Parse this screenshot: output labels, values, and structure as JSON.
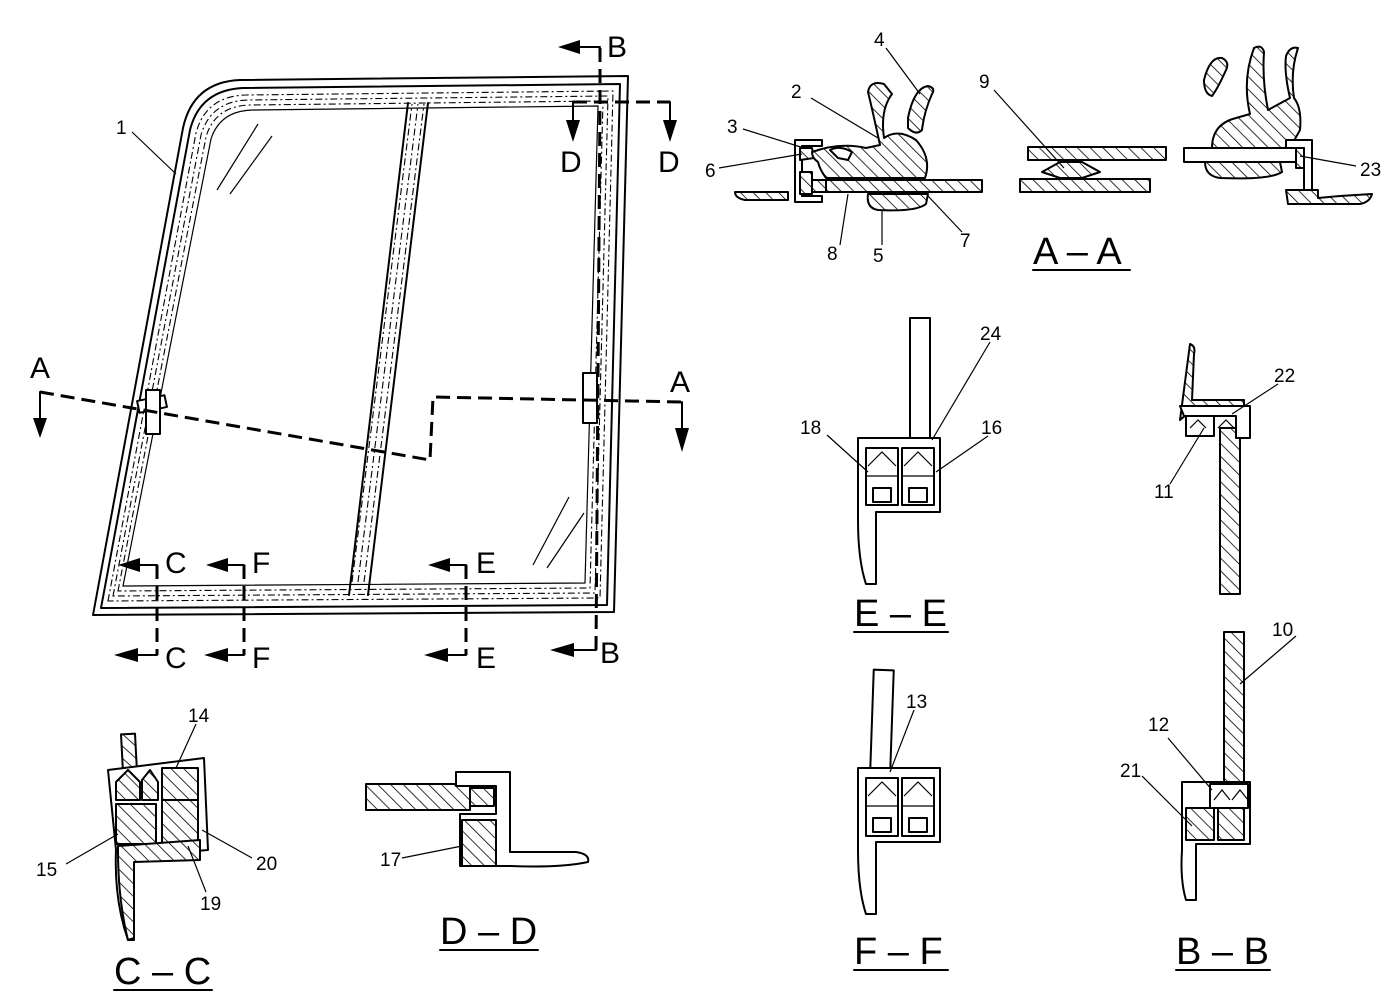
{
  "section_letters": {
    "A_left": "A",
    "A_right": "A",
    "B_top": "B",
    "B_bottom": "B",
    "C_top": "C",
    "C_bottom": "C",
    "D_left": "D",
    "D_right": "D",
    "E_top": "E",
    "E_bottom": "E",
    "F_top": "F",
    "F_bottom": "F"
  },
  "titles": {
    "aa": "A – A",
    "bb": "B – B",
    "cc": "C – C",
    "dd": "D – D",
    "ee": "E – E",
    "ff": "F – F"
  },
  "callouts": {
    "n1": "1",
    "n2": "2",
    "n3": "3",
    "n4": "4",
    "n5": "5",
    "n6": "6",
    "n7": "7",
    "n8": "8",
    "n9": "9",
    "n10": "10",
    "n11": "11",
    "n12": "12",
    "n13": "13",
    "n14": "14",
    "n15": "15",
    "n16": "16",
    "n17": "17",
    "n18": "18",
    "n19": "19",
    "n20": "20",
    "n21": "21",
    "n22": "22",
    "n23": "23",
    "n24": "24"
  }
}
